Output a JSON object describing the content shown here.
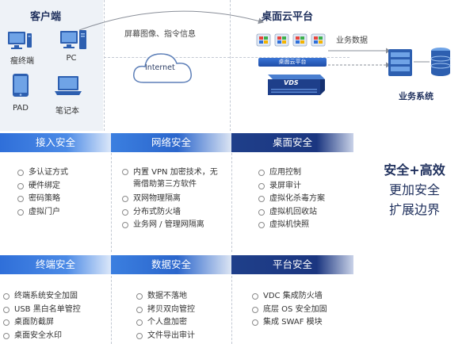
{
  "client": {
    "title": "客户端",
    "devices": [
      {
        "label": "瘦终端",
        "icon": "thin-client-icon"
      },
      {
        "label": "PC",
        "icon": "pc-icon"
      },
      {
        "label": "PAD",
        "icon": "tablet-icon"
      },
      {
        "label": "笔记本",
        "icon": "laptop-icon"
      }
    ]
  },
  "flow": {
    "screen_label": "屏幕图像、指令信息",
    "internet_label": "Internet",
    "business_data_label": "业务数据"
  },
  "platform": {
    "title": "桌面云平台",
    "platform_tag": "桌面云平台",
    "server_tag": "VDS"
  },
  "business": {
    "label": "业务系统"
  },
  "sections": {
    "access": {
      "title": "接入安全",
      "items": [
        "多认证方式",
        "硬件绑定",
        "密码策略",
        "虚拟门户"
      ]
    },
    "network": {
      "title": "网络安全",
      "items": [
        "内置 VPN 加密技术，无需借助第三方软件",
        "双网物理隔离",
        "分布式防火墙",
        "业务网 / 管理网隔离"
      ]
    },
    "desktop": {
      "title": "桌面安全",
      "items": [
        "应用控制",
        "录屏审计",
        "虚拟化杀毒方案",
        "虚拟机回收站",
        "虚拟机快照"
      ]
    },
    "terminal": {
      "title": "终端安全",
      "items": [
        "终端系统安全加固",
        "USB 黑白名单管控",
        "桌面防截屏",
        "桌面安全水印"
      ]
    },
    "data": {
      "title": "数据安全",
      "items": [
        "数据不落地",
        "拷贝双向管控",
        "个人盘加密",
        "文件导出审计"
      ]
    },
    "platformsec": {
      "title": "平台安全",
      "items": [
        "VDC 集成防火墙",
        "底层 OS 安全加固",
        "集成 SWAF 模块"
      ]
    }
  },
  "slogan": {
    "line1": "安全+高效",
    "line2": "更加安全",
    "line3": "扩展边界"
  },
  "colors": {
    "navy": "#1e2f5c",
    "banner_blue": "#2f6fd9",
    "banner_dark": "#1b3680",
    "windows_blue": "#2f6fd9"
  }
}
